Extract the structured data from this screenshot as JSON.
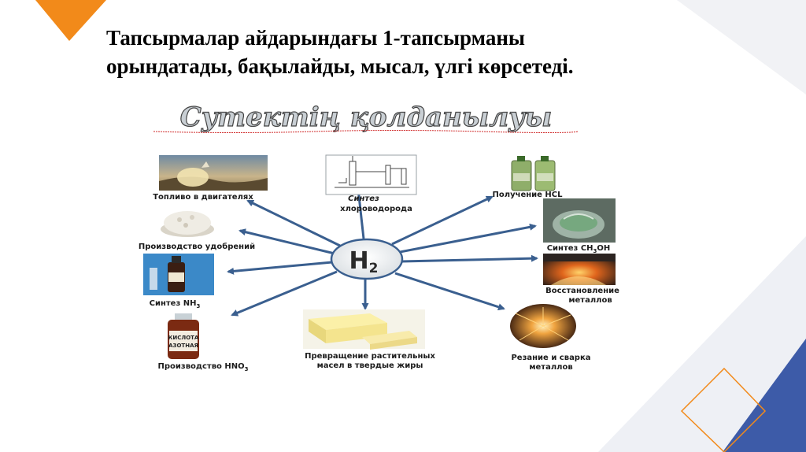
{
  "slide": {
    "title_line1": "Тапсырмалар айдарындағы 1-тапсырманы",
    "title_line2": "орындатады, бақылайды, мысал, үлгі көрсетеді."
  },
  "diagram": {
    "heading": "Сутектің қолданылуы",
    "center": {
      "base": "H",
      "subscript": "2"
    },
    "items": {
      "fuel": "Топливо в двигателях",
      "fertilizer": "Производство удобрений",
      "ammonia": {
        "base": "Синтез NH",
        "sub": "3"
      },
      "nitric": {
        "base": "Производство HNO",
        "sub": "3"
      },
      "hydrogen_chloride_line1": "Синтез",
      "hydrogen_chloride_line2": "хлороводорода",
      "hcl": "Получение HCL",
      "methanol": {
        "base": "Синтез CH",
        "sub": "3",
        "tail": "OH"
      },
      "metal_reduction_line1": "Восстановление",
      "metal_reduction_line2": "металлов",
      "fats_line1": "Превращение растительных",
      "fats_line2": "масел в твердые жиры",
      "welding_line1": "Резание и сварка",
      "welding_line2": "металлов"
    },
    "bottle_label": {
      "line1": "КИСЛОТА",
      "line2": "АЗОТНАЯ"
    }
  },
  "colors": {
    "accent_orange": "#f28a1a",
    "arrow_blue": "#3a5f8f",
    "corner_blue": "#3d5ba8",
    "center_fill": "#eef1f2"
  }
}
